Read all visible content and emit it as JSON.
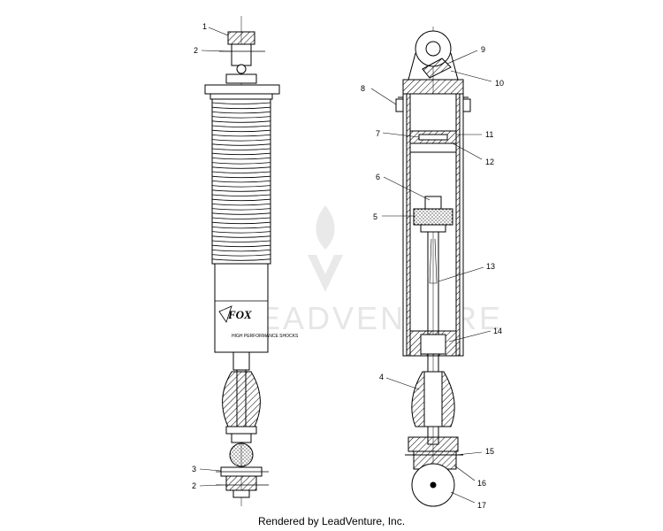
{
  "caption": "Rendered by LeadVenture, Inc.",
  "watermark": {
    "text": "LEADVENTURE",
    "color": "#e6e6e6"
  },
  "left_shock": {
    "brand_text": "HIGH PERFORMANCE SHOCKS",
    "logo_text": "FOX",
    "callouts": [
      "1",
      "2",
      "3",
      "2"
    ]
  },
  "right_shock": {
    "callouts": [
      "9",
      "10",
      "8",
      "7",
      "11",
      "12",
      "6",
      "5",
      "13",
      "14",
      "4",
      "15",
      "16",
      "17"
    ]
  },
  "colors": {
    "line": "#000000",
    "background": "#ffffff"
  }
}
